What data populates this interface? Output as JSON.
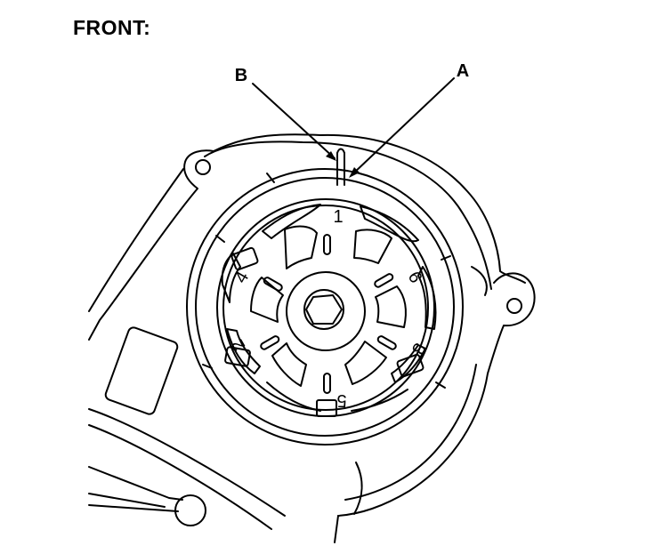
{
  "title": "FRONT:",
  "callouts": {
    "a": "A",
    "b": "B"
  },
  "pulley_marks": {
    "top": "1",
    "upper_left": "4",
    "upper_right": "6",
    "lower_left": "2",
    "lower_right": "3",
    "bottom": "5"
  },
  "line_color": "#000000"
}
